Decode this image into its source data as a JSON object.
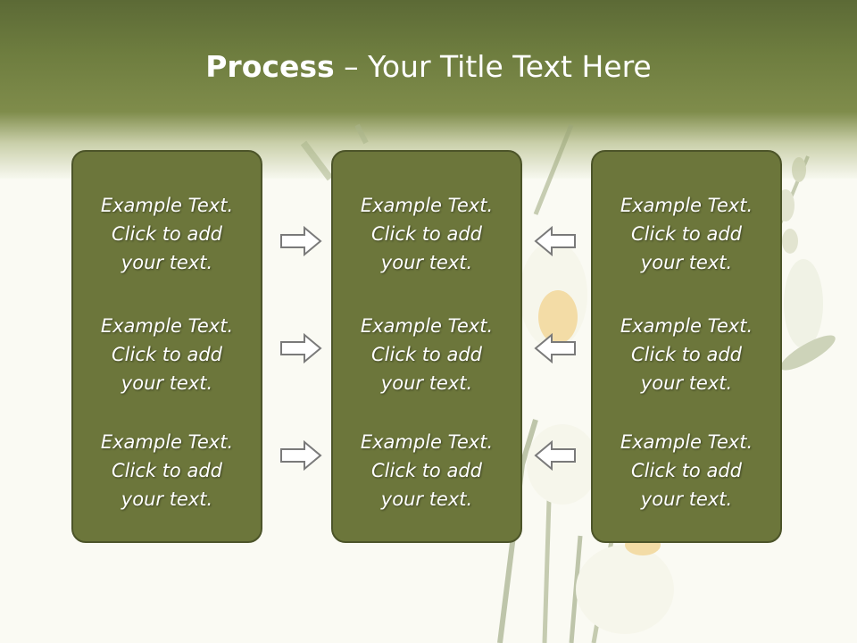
{
  "title": {
    "bold": "Process",
    "rest": " – Your Title Text Here"
  },
  "columns": [
    {
      "items": [
        {
          "lines": [
            "Example Text.",
            "Click  to add",
            "your text."
          ]
        },
        {
          "lines": [
            "Example Text.",
            "Click  to add",
            "your text."
          ]
        },
        {
          "lines": [
            "Example Text.",
            "Click  to add",
            "your text."
          ]
        }
      ]
    },
    {
      "items": [
        {
          "lines": [
            "Example Text.",
            "Click  to add",
            "your text."
          ]
        },
        {
          "lines": [
            "Example Text.",
            "Click  to add",
            "your text."
          ]
        },
        {
          "lines": [
            "Example Text.",
            "Click  to add",
            "your text."
          ]
        }
      ]
    },
    {
      "items": [
        {
          "lines": [
            "Example Text.",
            "Click  to add",
            "your text."
          ]
        },
        {
          "lines": [
            "Example Text.",
            "Click  to add",
            "your text."
          ]
        },
        {
          "lines": [
            "Example Text.",
            "Click  to add",
            "your text."
          ]
        }
      ]
    }
  ],
  "colors": {
    "header": "#6e7d3f",
    "box_fill": "#6c763b",
    "box_border": "#4c5429",
    "arrow_fill": "#ffffff",
    "arrow_stroke": "#7a7a7a"
  },
  "icons": {
    "left_arrows": "arrow-right-icon",
    "right_arrows": "arrow-left-icon"
  }
}
